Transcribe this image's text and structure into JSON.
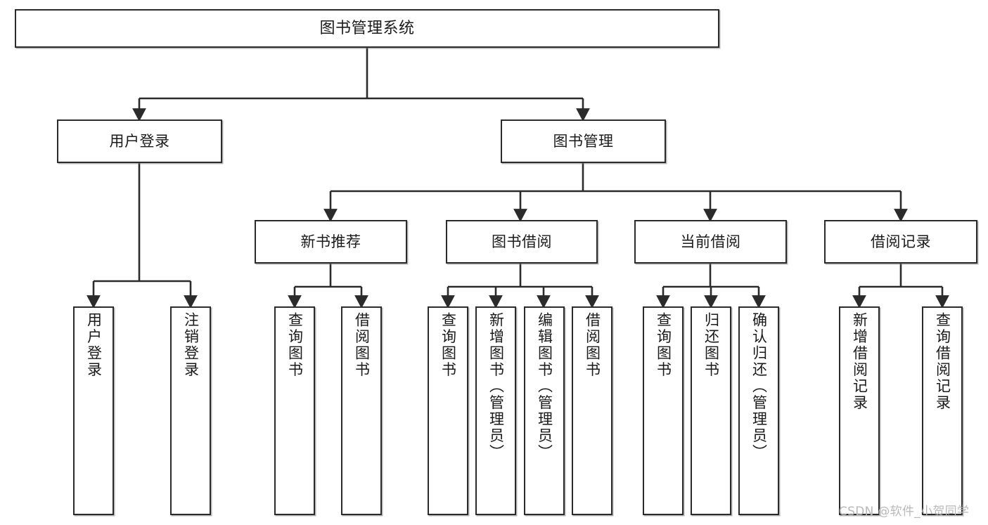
{
  "diagram": {
    "type": "tree",
    "title": "图书管理系统",
    "orientation": "top-down",
    "edge_style": "orthogonal-arrow",
    "colors": {
      "box_border": "#2b2b2b",
      "box_fill": "#ffffff",
      "edge": "#2b2b2b",
      "text": "#1a1a1a",
      "watermark": "#b8b8b8"
    },
    "root": {
      "label": "图书管理系统"
    },
    "level1": [
      {
        "label": "用户登录"
      },
      {
        "label": "图书管理"
      }
    ],
    "level2": [
      {
        "label": "新书推荐"
      },
      {
        "label": "图书借阅"
      },
      {
        "label": "当前借阅"
      },
      {
        "label": "借阅记录"
      }
    ],
    "leaves": {
      "user_login": [
        {
          "label": "用户登录"
        },
        {
          "label": "注销登录"
        }
      ],
      "new_book_recommend": [
        {
          "label": "查询图书"
        },
        {
          "label": "借阅图书"
        }
      ],
      "book_borrow": [
        {
          "label": "查询图书"
        },
        {
          "label": "新增图书（管理员）"
        },
        {
          "label": "编辑图书（管理员）"
        },
        {
          "label": "借阅图书"
        }
      ],
      "current_borrow": [
        {
          "label": "查询图书"
        },
        {
          "label": "归还图书"
        },
        {
          "label": "确认归还（管理员）"
        }
      ],
      "borrow_record": [
        {
          "label": "新增借阅记录"
        },
        {
          "label": "查询借阅记录"
        }
      ]
    }
  },
  "watermark": {
    "text": "CSDN @软件_小贺同学"
  }
}
